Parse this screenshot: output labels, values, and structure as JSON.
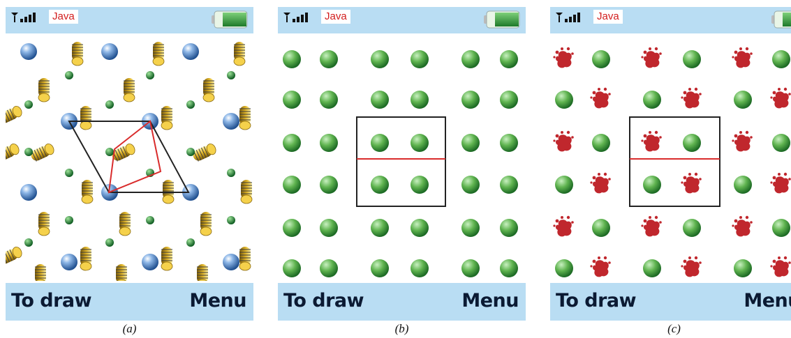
{
  "panels": [
    {
      "status": {
        "signal_icon": "signal-strength-icon",
        "app_label": "Java",
        "battery_icon": "battery-icon"
      },
      "scene": "crystal-lattice-3d",
      "softkeys": {
        "left": "To draw",
        "right": "Menu"
      },
      "caption": "(a)"
    },
    {
      "status": {
        "signal_icon": "signal-strength-icon",
        "app_label": "Java",
        "battery_icon": "battery-icon"
      },
      "scene": "square-lattice-uniform",
      "softkeys": {
        "left": "To draw",
        "right": "Menu"
      },
      "caption": "(b)"
    },
    {
      "status": {
        "signal_icon": "signal-strength-icon",
        "app_label": "Java",
        "battery_icon": "battery-icon"
      },
      "scene": "square-lattice-defects",
      "softkeys": {
        "left": "To draw",
        "right": "Menu"
      },
      "caption": "(c)"
    }
  ],
  "colors": {
    "bar_background": "#b9ddf3",
    "java_text": "#d21d1d",
    "green_atom": "#3f9a3a",
    "blue_atom": "#4f87c6",
    "gold_cylinder": "#d6a821",
    "defect_red": "#c0272d",
    "cell_outline": "#222222",
    "cell_divider": "#d92c2c"
  }
}
